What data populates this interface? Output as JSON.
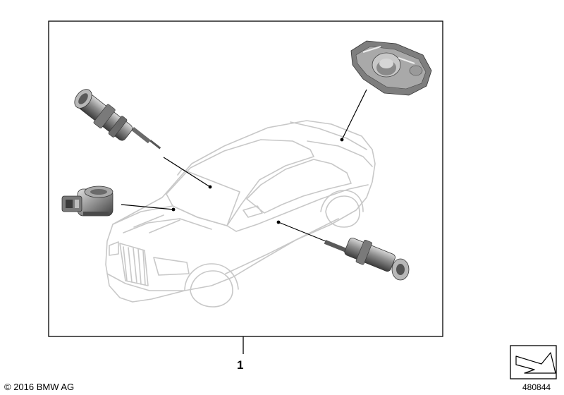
{
  "diagram": {
    "part_number": "1",
    "copyright": "© 2016 BMW AG",
    "image_number": "480844",
    "colors": {
      "frame": "#000000",
      "car_outline": "#c8c8c8",
      "part_dark": "#5a5a5a",
      "part_mid": "#8c8c8c",
      "part_light": "#c4c4c4"
    },
    "icons": [
      "car-outline-icon",
      "lock-cylinder-icon",
      "ignition-lock-icon",
      "steering-lock-icon",
      "arrow-stamp-icon"
    ]
  }
}
